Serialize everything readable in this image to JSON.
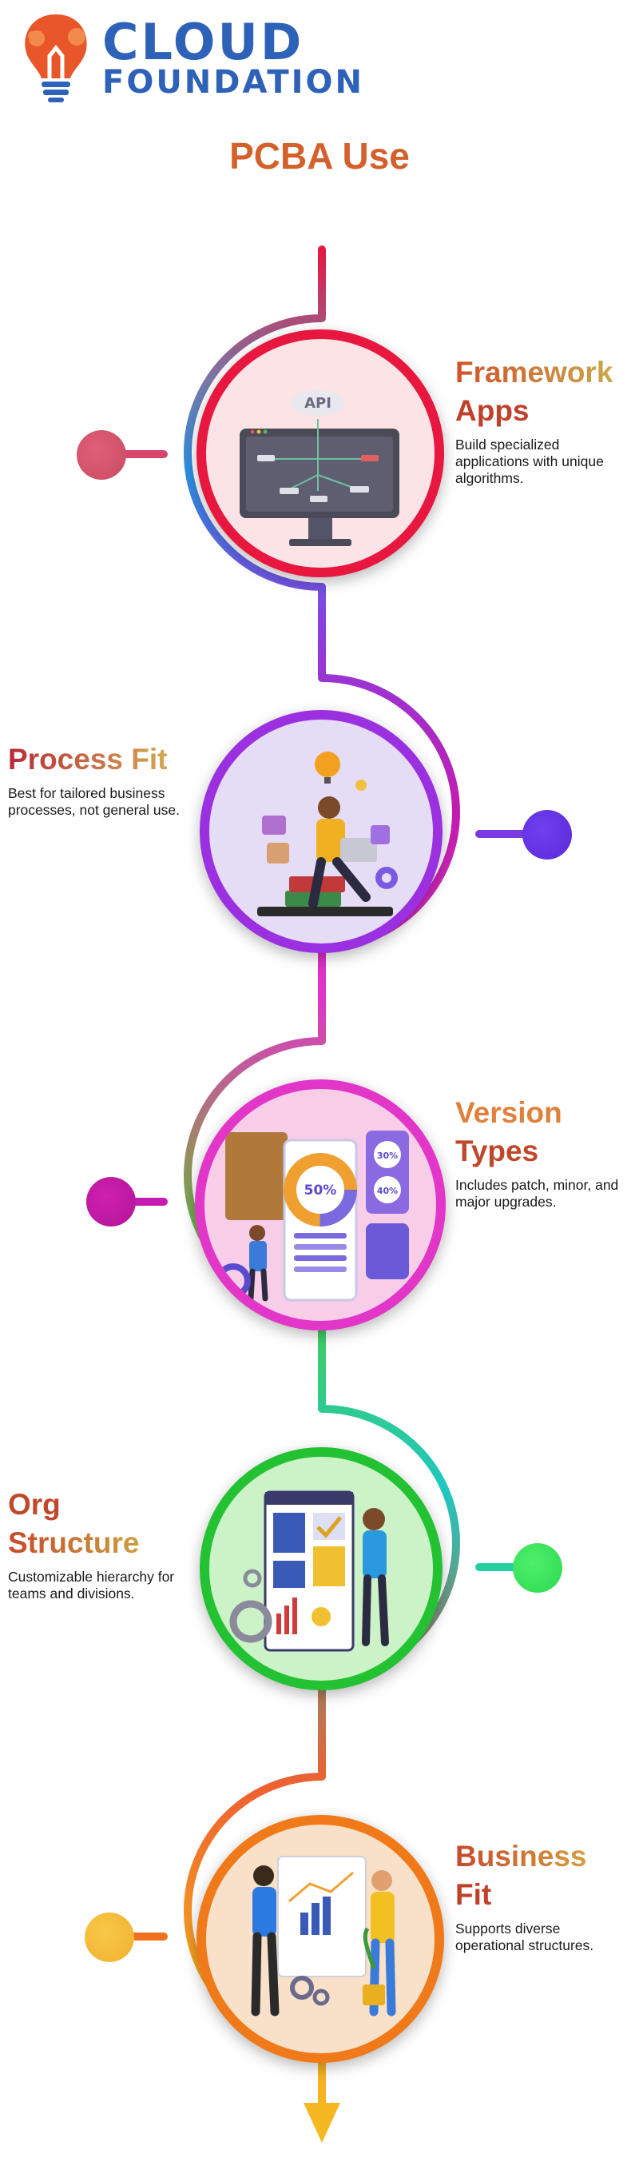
{
  "brand": {
    "line1": "CLOUD",
    "line2": "FOUNDATION"
  },
  "page_title": "PCBA Use",
  "colors": {
    "section1": "#e8173f",
    "section2": "#9b30e0",
    "section3": "#e236c8",
    "section4": "#22c232",
    "section5": "#f07a1a",
    "title": "#d4612a",
    "brand": "#2e61b8"
  },
  "sections": [
    {
      "title_l1": "Framework",
      "title_l2": "Apps",
      "desc_l1": "Build specialized",
      "desc_l2": "applications with unique",
      "desc_l3": "algorithms.",
      "icon": "api-monitor-icon"
    },
    {
      "title_l1": "Process Fit",
      "desc_l1": "Best for tailored business",
      "desc_l2": "processes, not general use.",
      "icon": "person-laptop-icon"
    },
    {
      "title_l1": "Version",
      "title_l2": "Types",
      "desc_l1": "Includes patch, minor, and",
      "desc_l2": "major upgrades.",
      "icon": "dashboard-50-icon",
      "badge1": "50%",
      "badge2": "30%",
      "badge3": "40%"
    },
    {
      "title_l1": "Org",
      "title_l2": "Structure",
      "desc_l1": "Customizable hierarchy for",
      "desc_l2": "teams and divisions.",
      "icon": "planning-board-icon"
    },
    {
      "title_l1": "Business",
      "title_l2": "Fit",
      "desc_l1": "Supports diverse",
      "desc_l2": "operational structures.",
      "icon": "presentation-chart-icon"
    }
  ],
  "api_label": "API"
}
